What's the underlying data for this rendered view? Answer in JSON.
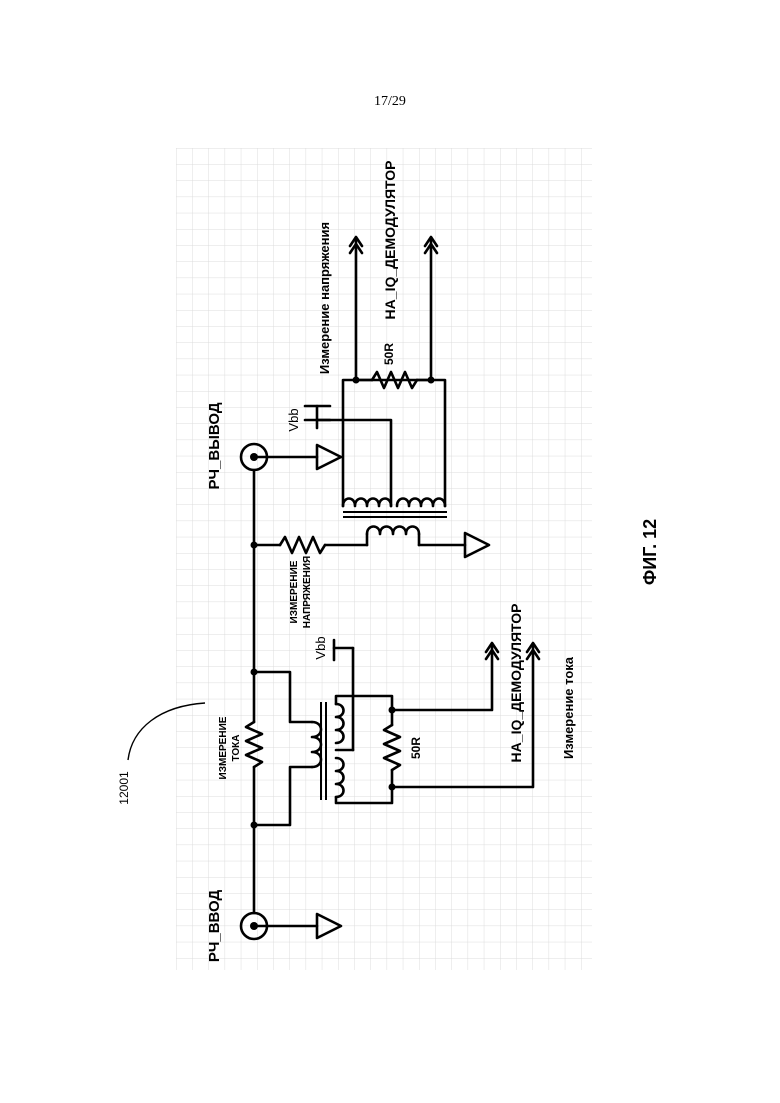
{
  "page": {
    "number": "17/29"
  },
  "figure": {
    "caption": "ФИГ. 12",
    "reference": "12001"
  },
  "labels": {
    "rf_input": "РЧ_ВВОД",
    "rf_output": "РЧ_ВЫВОД",
    "current_measure": [
      "ИЗМЕРЕНИЕ",
      "ТОКА"
    ],
    "voltage_measure": [
      "ИЗМЕРЕНИЕ",
      "НАПРЯЖЕНИЯ"
    ],
    "vbb_top": "Vbb",
    "vbb_bottom": "Vbb",
    "resistor_top": "50R",
    "resistor_bottom": "50R",
    "to_iq_top": "НА_IQ_ДЕМОДУЛЯТОР",
    "voltage_measurement_out": "Измерение напряжения",
    "to_iq_bottom": "НА_IQ_ДЕМОДУЛЯТОР",
    "current_measurement_out": "Измерение тока"
  },
  "colors": {
    "ink": "#000000",
    "grid": "#dcdcdc",
    "paper": "#ffffff"
  }
}
